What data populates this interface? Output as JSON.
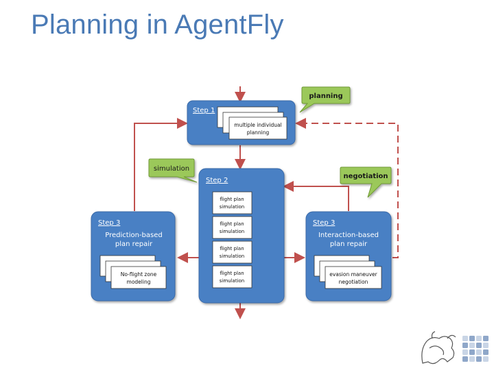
{
  "page": {
    "title": "Planning in AgentFly"
  },
  "diagram": {
    "step1": {
      "label": "Step 1",
      "card_text": [
        "multiple individual",
        "planning"
      ]
    },
    "step2": {
      "label": "Step 2",
      "cards": [
        [
          "flight plan",
          "simulation"
        ],
        [
          "flight plan",
          "simulation"
        ],
        [
          "flight plan",
          "simulation"
        ],
        [
          "flight plan",
          "simulation"
        ]
      ]
    },
    "step3_left": {
      "label": "Step 3",
      "title": [
        "Prediction-based",
        "plan repair"
      ],
      "card_text": [
        "No-flight zone",
        "modeling"
      ]
    },
    "step3_right": {
      "label": "Step 3",
      "title": [
        "Interaction-based",
        "plan repair"
      ],
      "card_text": [
        "evasion maneuver",
        "negotiation"
      ]
    },
    "callouts": {
      "planning": "planning",
      "simulation": "simulation",
      "negotiation": "negotiation"
    }
  },
  "colors": {
    "title": "#4a7ab5",
    "box": "#4a80c4",
    "box_stroke": "#3a6aa8",
    "arrow": "#c0504d",
    "callout": "#9bc85a",
    "callout_stroke": "#6f9a35"
  }
}
